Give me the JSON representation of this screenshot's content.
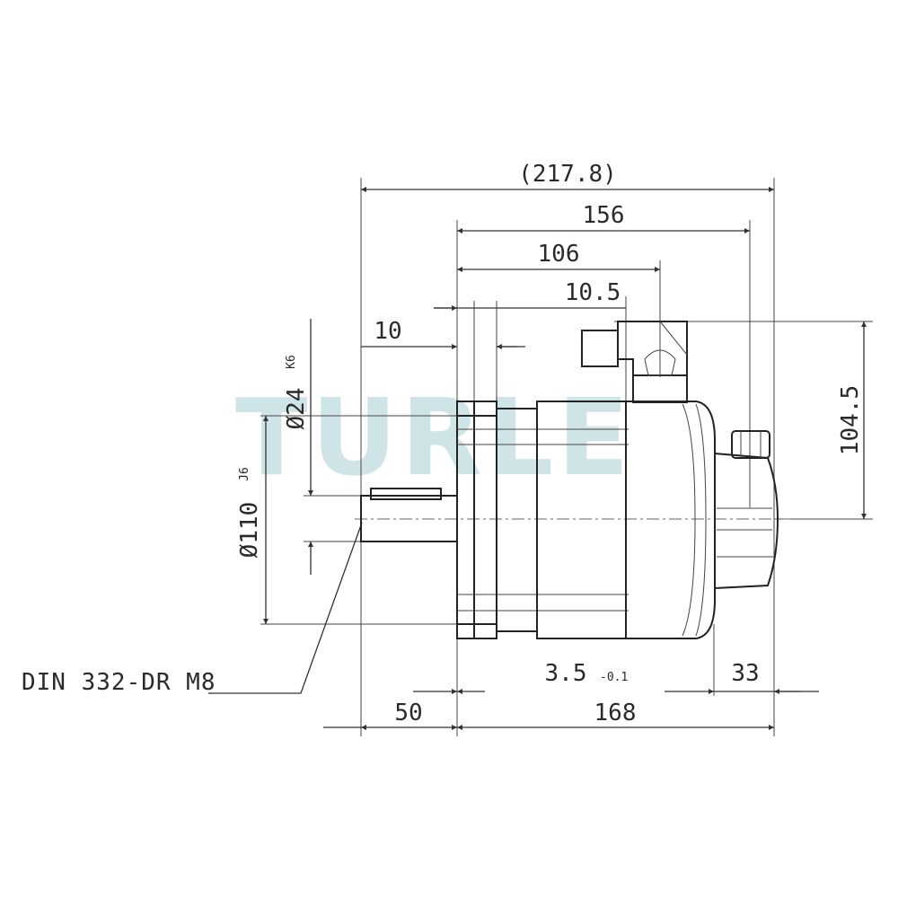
{
  "watermark": "TURLE",
  "dimensions": {
    "overall_length": "(217.8)",
    "length_156": "156",
    "length_106": "106",
    "offset_10_5": "10.5",
    "flange_10": "10",
    "height_104_5": "104.5",
    "shaft_diameter": "Ø24",
    "shaft_tolerance": "K6",
    "pilot_diameter": "Ø110",
    "pilot_tolerance": "J6",
    "flange_offset": "3.5",
    "flange_offset_tol": "-0.1",
    "rear_33": "33",
    "shaft_50": "50",
    "body_168": "168"
  },
  "notes": {
    "shaft_thread": "DIN 332-DR M8"
  }
}
